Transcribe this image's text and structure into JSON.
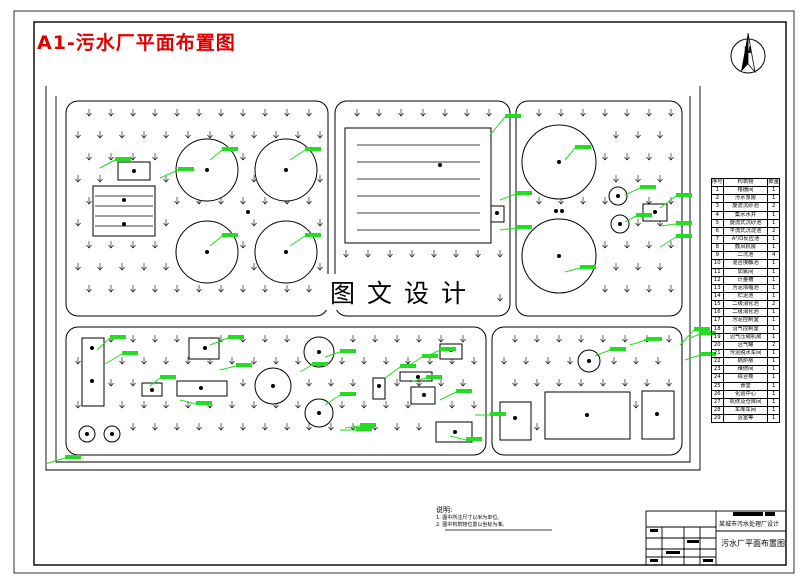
{
  "title": "A1-污水厂平面布置图",
  "watermark": "图文设计",
  "legend": {
    "header": {
      "no": "序号",
      "name": "构筑物",
      "qty": "数量"
    },
    "rows": [
      {
        "no": "1",
        "name": "格栅间",
        "qty": "1"
      },
      {
        "no": "2",
        "name": "污水泵房",
        "qty": "1"
      },
      {
        "no": "3",
        "name": "旋流沉砂池",
        "qty": "2"
      },
      {
        "no": "4",
        "name": "集水水井",
        "qty": "1"
      },
      {
        "no": "5",
        "name": "旋流式沉砂池",
        "qty": "1"
      },
      {
        "no": "6",
        "name": "平流式沉淀池",
        "qty": "2"
      },
      {
        "no": "7",
        "name": "A²/O反应池",
        "qty": "1"
      },
      {
        "no": "8",
        "name": "鼓风机房",
        "qty": "1"
      },
      {
        "no": "9",
        "name": "二沉池",
        "qty": "4"
      },
      {
        "no": "10",
        "name": "混合接触池",
        "qty": "1"
      },
      {
        "no": "11",
        "name": "加氯间",
        "qty": "1"
      },
      {
        "no": "12",
        "name": "计量槽",
        "qty": "1"
      },
      {
        "no": "13",
        "name": "污泥浓缩池",
        "qty": "1"
      },
      {
        "no": "14",
        "name": "贮泥池",
        "qty": "1"
      },
      {
        "no": "15",
        "name": "二级消化池",
        "qty": "2"
      },
      {
        "no": "16",
        "name": "二级消化池",
        "qty": "1"
      },
      {
        "no": "17",
        "name": "污泥控制室",
        "qty": "1"
      },
      {
        "no": "18",
        "name": "沼气控制室",
        "qty": "1"
      },
      {
        "no": "19",
        "name": "沼气压缩机房",
        "qty": "1"
      },
      {
        "no": "20",
        "name": "沼气罐",
        "qty": "2"
      },
      {
        "no": "21",
        "name": "污泥脱水车间",
        "qty": "1"
      },
      {
        "no": "22",
        "name": "锅炉房",
        "qty": "1"
      },
      {
        "no": "23",
        "name": "维修间",
        "qty": "1"
      },
      {
        "no": "24",
        "name": "综合楼",
        "qty": "1"
      },
      {
        "no": "25",
        "name": "食堂",
        "qty": "1"
      },
      {
        "no": "26",
        "name": "化验中心",
        "qty": "1"
      },
      {
        "no": "27",
        "name": "机修及仓库间",
        "qty": "1"
      },
      {
        "no": "28",
        "name": "车库车间",
        "qty": "1"
      },
      {
        "no": "29",
        "name": "浴室等",
        "qty": "1"
      }
    ]
  },
  "notes": {
    "title": "说明:",
    "lines": [
      "1. 图中所注尺寸以米为单位。",
      "2. 图中构筑物位置以坐标为准。"
    ]
  },
  "title_block": {
    "org": "某城市污水处理厂设计",
    "drawing": "污水厂平面布置图"
  },
  "north_label": "N",
  "colors": {
    "title": "#e00000",
    "label_green": "#22dd22",
    "line": "#000000"
  }
}
